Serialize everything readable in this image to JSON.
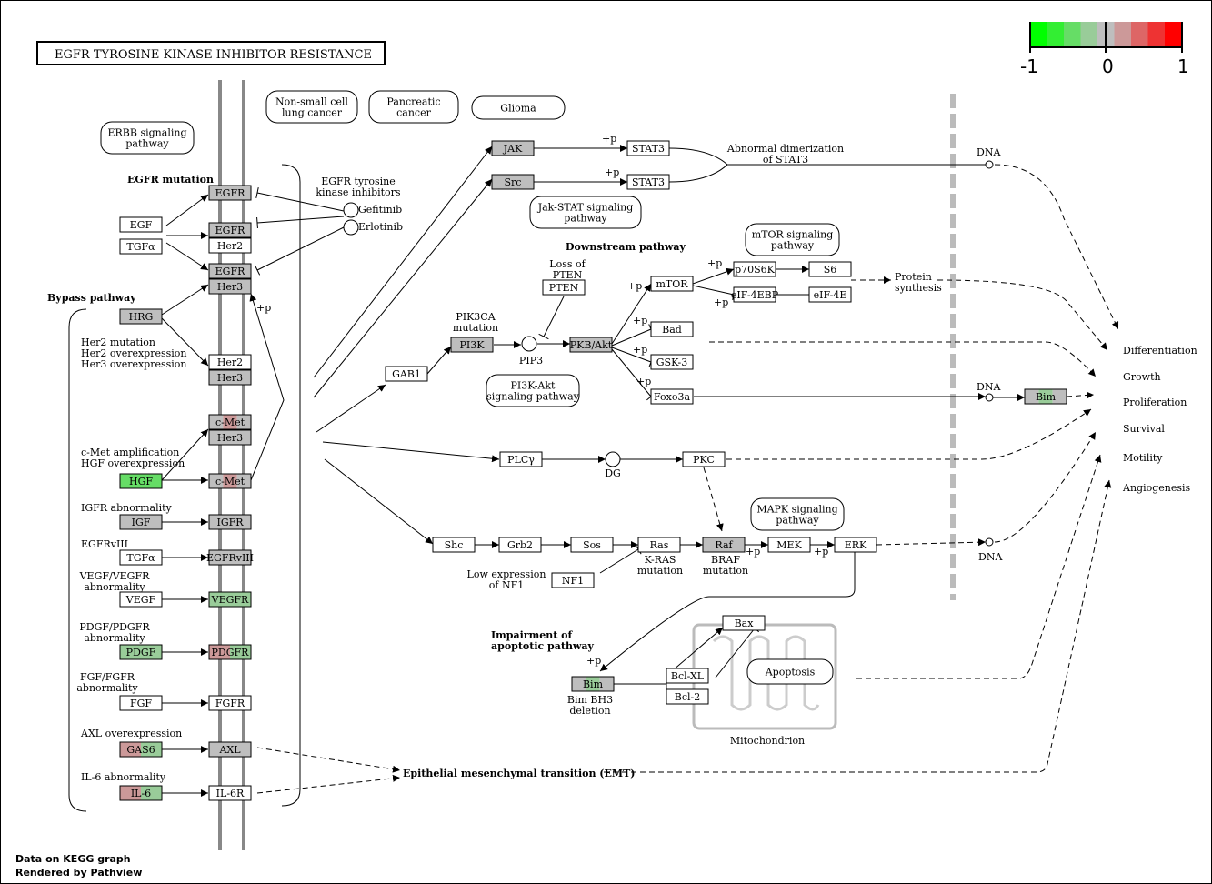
{
  "title": "EGFR TYROSINE KINASE INHIBITOR RESISTANCE",
  "legend": {
    "min": "-1",
    "mid": "0",
    "max": "1",
    "colors": [
      "#00ff00",
      "#33ee33",
      "#66dd66",
      "#99cc99",
      "#bebebe",
      "#cc9999",
      "#dd6666",
      "#ee3333",
      "#ff0000"
    ]
  },
  "footer": {
    "line1": "Data on KEGG graph",
    "line2": "Rendered by Pathview"
  },
  "diseases": [
    "Non-small cell|lung cancer",
    "Pancreatic|cancer",
    "Glioma"
  ],
  "pathways": {
    "erbb": "ERBB signaling|pathway",
    "jakstat": "Jak-STAT signaling|pathway",
    "mtor": "mTOR signaling|pathway",
    "pi3k": "PI3K-Akt|signaling pathway",
    "mapk": "MAPK signaling|pathway",
    "apoptosis": "Apoptosis"
  },
  "genes": {
    "egfr1": "EGFR",
    "egfr2": "EGFR",
    "her2a": "Her2",
    "egfr3": "EGFR",
    "her3a": "Her3",
    "egf": "EGF",
    "tgfa1": "TGFα",
    "hrg": "HRG",
    "her2b": "Her2",
    "her3b": "Her3",
    "cmet1": "c-Met",
    "her3c": "Her3",
    "hgf": "HGF",
    "cmet2": "c-Met",
    "igf": "IGF",
    "igfr": "IGFR",
    "tgfa2": "TGFα",
    "egfrviii": "EGFRvIII",
    "vegf": "VEGF",
    "vegfr": "VEGFR",
    "pdgf": "PDGF",
    "pdgfr": "PDGFR",
    "fgf": "FGF",
    "fgfr": "FGFR",
    "gas6": "GAS6",
    "axl": "AXL",
    "il6": "IL-6",
    "il6r": "IL-6R",
    "jak": "JAK",
    "src": "Src",
    "stat3a": "STAT3",
    "stat3b": "STAT3",
    "pten": "PTEN",
    "pi3k": "PI3K",
    "pkb": "PKB/Akt",
    "gab1": "GAB1",
    "mtor": "mTOR",
    "p70s6k": "p70S6K",
    "s6": "S6",
    "eif4ebp": "eIF-4EBP",
    "eif4e": "eIF-4E",
    "bad": "Bad",
    "gsk3": "GSK-3",
    "foxo3a": "Foxo3a",
    "bim1": "Bim",
    "plcg": "PLCγ",
    "pkc": "PKC",
    "shc": "Shc",
    "grb2": "Grb2",
    "sos": "Sos",
    "ras": "Ras",
    "raf": "Raf",
    "mek": "MEK",
    "erk": "ERK",
    "nf1": "NF1",
    "bax": "Bax",
    "bim2": "Bim",
    "bclxl": "Bcl-XL",
    "bcl2": "Bcl-2"
  },
  "compounds": {
    "gefitinib": "Gefitinib",
    "erlotinib": "Erlotinib",
    "pip3": "PIP3",
    "dg": "DG"
  },
  "labels": {
    "egfr_mutation": "EGFR mutation",
    "egfr_tki": "EGFR tyrosine|kinase inhibitors",
    "bypass": "Bypass pathway",
    "her2mut": "Her2 mutation|Her2 overexpression|Her3 overexpression",
    "cmetamp": "c-Met amplification|HGF overexpression",
    "igfr_ab": "IGFR abnormality",
    "egfrviii_l": "EGFRvIII",
    "vegf_ab": "VEGF/VEGFR|abnormality",
    "pdgf_ab": "PDGF/PDGFR|abnormality",
    "fgf_ab": "FGF/FGFR|abnormality",
    "axl_over": "AXL overexpression",
    "il6_ab": "IL-6 abnormality",
    "abn_dim": "Abnormal dimerization|of STAT3",
    "downstream": "Downstream pathway",
    "loss_pten": "Loss of|PTEN",
    "pik3ca": "PIK3CA|mutation",
    "protein_syn": "Protein|synthesis",
    "kras": "K-RAS|mutation",
    "braf": "BRAF|mutation",
    "low_nf1": "Low expression|of NF1",
    "impairment": "Impairment of|apoptotic pathway",
    "bim_bh3": "Bim BH3|deletion",
    "mito": "Mitochondrion",
    "emt": "Epithelial mesenchymal transition (EMT)",
    "dna": "DNA",
    "plusp": "+p"
  },
  "outcomes": [
    "Differentiation",
    "Growth",
    "Proliferation",
    "Survival",
    "Motility",
    "Angiogenesis"
  ]
}
